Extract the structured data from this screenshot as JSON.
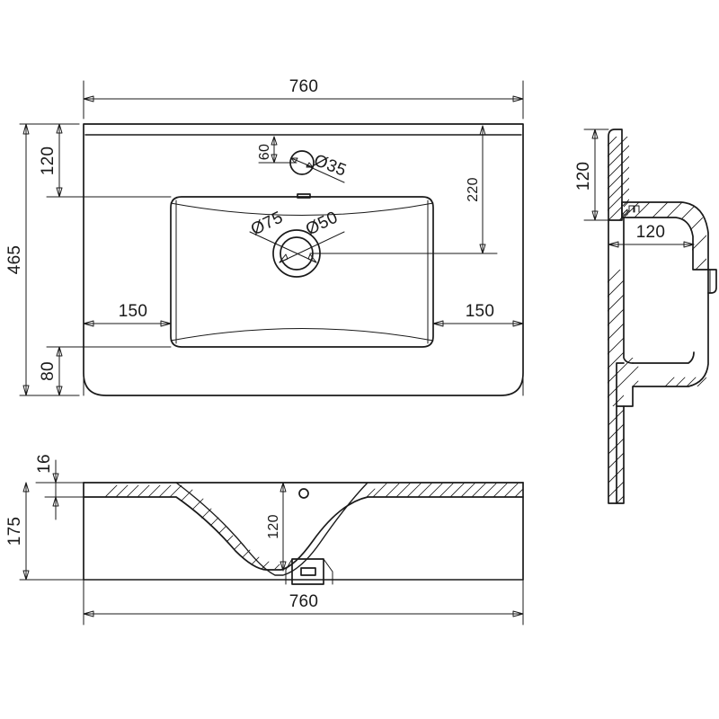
{
  "drawing": {
    "title": "Washbasin technical drawing",
    "background_color": "#ffffff",
    "line_color": "#1a1a1a",
    "views": {
      "top": {
        "name": "top-view"
      },
      "side": {
        "name": "side-section-view"
      },
      "front": {
        "name": "front-section-view"
      }
    }
  },
  "dimensions": {
    "top_width": "760",
    "top_overall_depth": "465",
    "top_back_ledge": "120",
    "top_front_ledge": "80",
    "top_left_offset": "150",
    "top_right_offset": "150",
    "tap_hole_offset": "60",
    "tap_hole_dia": "Ø35",
    "drain_outer_dia": "Ø75",
    "drain_inner_dia": "Ø50",
    "drain_from_back": "220",
    "side_back_height": "120",
    "side_depth": "120",
    "front_total_height": "175",
    "front_top_thickness": "16",
    "front_bowl_depth": "120",
    "front_width": "760"
  }
}
